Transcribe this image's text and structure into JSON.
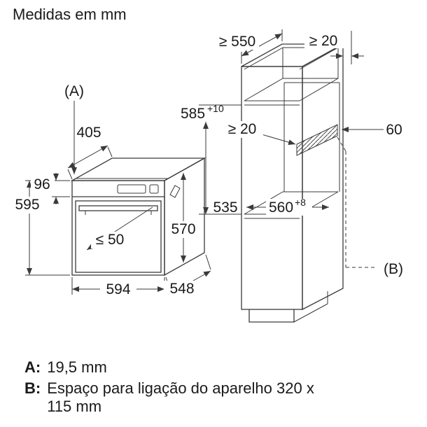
{
  "title": "Medidas em mm",
  "colors": {
    "line": "#3a3a3a",
    "text": "#1a1a1a",
    "background": "#ffffff"
  },
  "oven": {
    "callout_a": "(A)",
    "dims": {
      "top_depth": "405",
      "panel_height": "96",
      "height": "595",
      "handle_clearance": "≤ 50",
      "front_height": "570",
      "width": "594",
      "depth": "548"
    }
  },
  "cabinet": {
    "callout_b": "(B)",
    "dims": {
      "min_depth": "≥ 550",
      "top_rear_gap": "≥ 20",
      "niche_height": "585",
      "niche_height_tolerance": "+10",
      "rear_recess": "≥ 20",
      "recess_offset": "60",
      "inner_depth": "535",
      "niche_width": "560",
      "niche_width_tolerance": "+8"
    }
  },
  "footnotes": {
    "a_key": "A:",
    "a_value": "19,5 mm",
    "b_key": "B:",
    "b_value": "Espaço para ligação do aparelho 320 x 115 mm"
  }
}
